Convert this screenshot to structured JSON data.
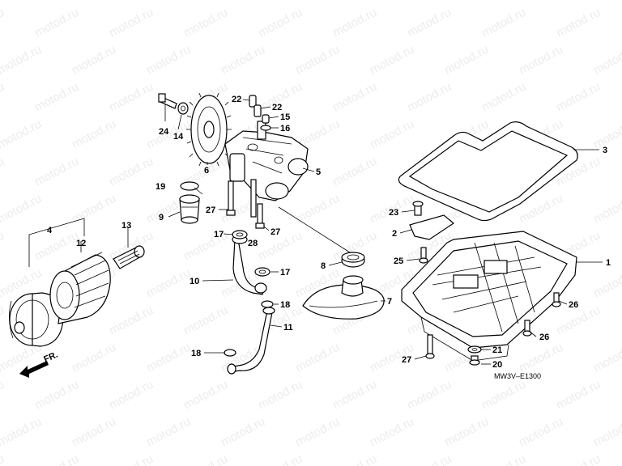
{
  "watermark_text": "motod.ru",
  "diagram_code": "MW3V–E1300",
  "direction_label": "FR.",
  "callouts": [
    {
      "id": "c1",
      "label": "1"
    },
    {
      "id": "c2",
      "label": "2"
    },
    {
      "id": "c3",
      "label": "3"
    },
    {
      "id": "c4",
      "label": "4"
    },
    {
      "id": "c5",
      "label": "5"
    },
    {
      "id": "c6",
      "label": "6"
    },
    {
      "id": "c7",
      "label": "7"
    },
    {
      "id": "c8",
      "label": "8"
    },
    {
      "id": "c9",
      "label": "9"
    },
    {
      "id": "c10",
      "label": "10"
    },
    {
      "id": "c11",
      "label": "11"
    },
    {
      "id": "c12",
      "label": "12"
    },
    {
      "id": "c13",
      "label": "13"
    },
    {
      "id": "c14",
      "label": "14"
    },
    {
      "id": "c15",
      "label": "15"
    },
    {
      "id": "c16",
      "label": "16"
    },
    {
      "id": "c17a",
      "label": "17"
    },
    {
      "id": "c17b",
      "label": "17"
    },
    {
      "id": "c18a",
      "label": "18"
    },
    {
      "id": "c18b",
      "label": "18"
    },
    {
      "id": "c19",
      "label": "19"
    },
    {
      "id": "c20",
      "label": "20"
    },
    {
      "id": "c21",
      "label": "21"
    },
    {
      "id": "c22a",
      "label": "22"
    },
    {
      "id": "c22b",
      "label": "22"
    },
    {
      "id": "c23",
      "label": "23"
    },
    {
      "id": "c24",
      "label": "24"
    },
    {
      "id": "c25",
      "label": "25"
    },
    {
      "id": "c26a",
      "label": "26"
    },
    {
      "id": "c26b",
      "label": "26"
    },
    {
      "id": "c27a",
      "label": "27"
    },
    {
      "id": "c27b",
      "label": "27"
    },
    {
      "id": "c27c",
      "label": "27"
    },
    {
      "id": "c28",
      "label": "28"
    }
  ]
}
